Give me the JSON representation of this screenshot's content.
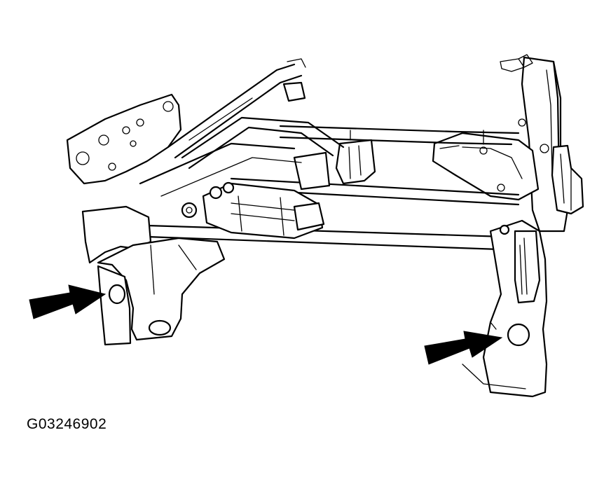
{
  "figure": {
    "id_label": "G03246902"
  },
  "colors": {
    "ink": "#000000",
    "paper": "#ffffff"
  },
  "callouts": [
    {
      "name": "left-rear-mounting-hole-arrow",
      "icon": "arrow-right-icon"
    },
    {
      "name": "right-rear-mounting-hole-arrow",
      "icon": "arrow-right-icon"
    }
  ]
}
